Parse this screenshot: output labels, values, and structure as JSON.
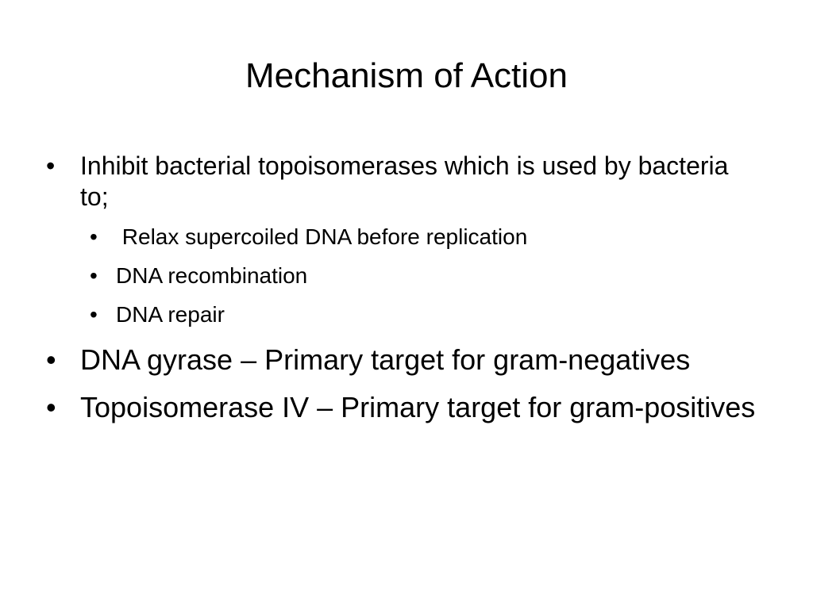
{
  "slide": {
    "title": "Mechanism of Action",
    "bullet_glyph": "•",
    "bullets": [
      {
        "text": "Inhibit bacterial topoisomerases which is used by bacteria to;",
        "sub_bullets": [
          " Relax supercoiled DNA before replication",
          "DNA recombination",
          "DNA repair"
        ]
      },
      {
        "text": "DNA gyrase – Primary target for gram-negatives"
      },
      {
        "text": "Topoisomerase IV – Primary target for gram-positives"
      }
    ]
  }
}
